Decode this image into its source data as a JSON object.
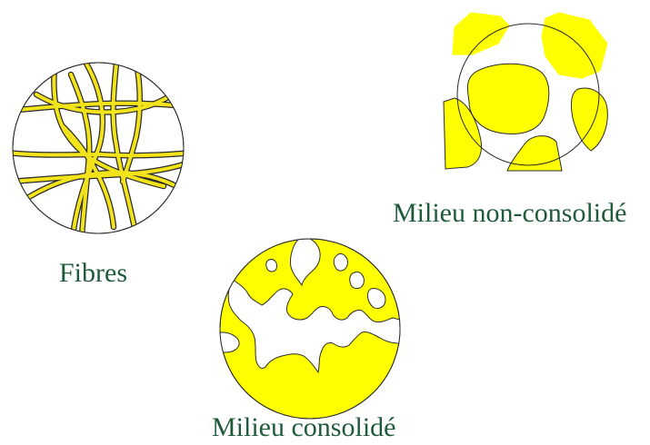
{
  "colors": {
    "fill_yellow": "#ffff00",
    "fiber_yellow": "#f2e31b",
    "stroke": "#2b2b2b",
    "label_green": "#1f5a3a",
    "background": "#ffffff"
  },
  "labels": {
    "fibres": "Fibres",
    "unconsolidated": "Milieu non-consolidé",
    "consolidated": "Milieu consolidé"
  }
}
